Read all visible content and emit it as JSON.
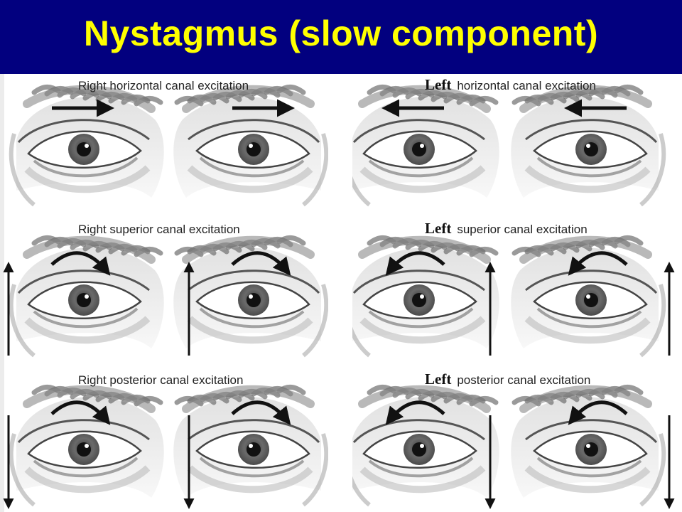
{
  "title": "Nystagmus (slow component)",
  "colors": {
    "title_bar": "#02007f",
    "title_text": "#ffff00",
    "ink": "#111111"
  },
  "panels": [
    {
      "side_word": "",
      "label": "Right horizontal canal excitation",
      "arrow": "straight-right",
      "vertical_arrow": "none"
    },
    {
      "side_word": "Left",
      "label": "horizontal canal excitation",
      "arrow": "straight-left",
      "vertical_arrow": "none"
    },
    {
      "side_word": "",
      "label": "Right superior canal excitation",
      "arrow": "curved-clockwise",
      "vertical_arrow": "up"
    },
    {
      "side_word": "Left",
      "label": "superior canal excitation",
      "arrow": "curved-counterclockwise",
      "vertical_arrow": "up"
    },
    {
      "side_word": "",
      "label": "Right posterior canal excitation",
      "arrow": "curved-clockwise",
      "vertical_arrow": "down"
    },
    {
      "side_word": "Left",
      "label": "posterior canal excitation",
      "arrow": "curved-counterclockwise",
      "vertical_arrow": "down"
    }
  ]
}
